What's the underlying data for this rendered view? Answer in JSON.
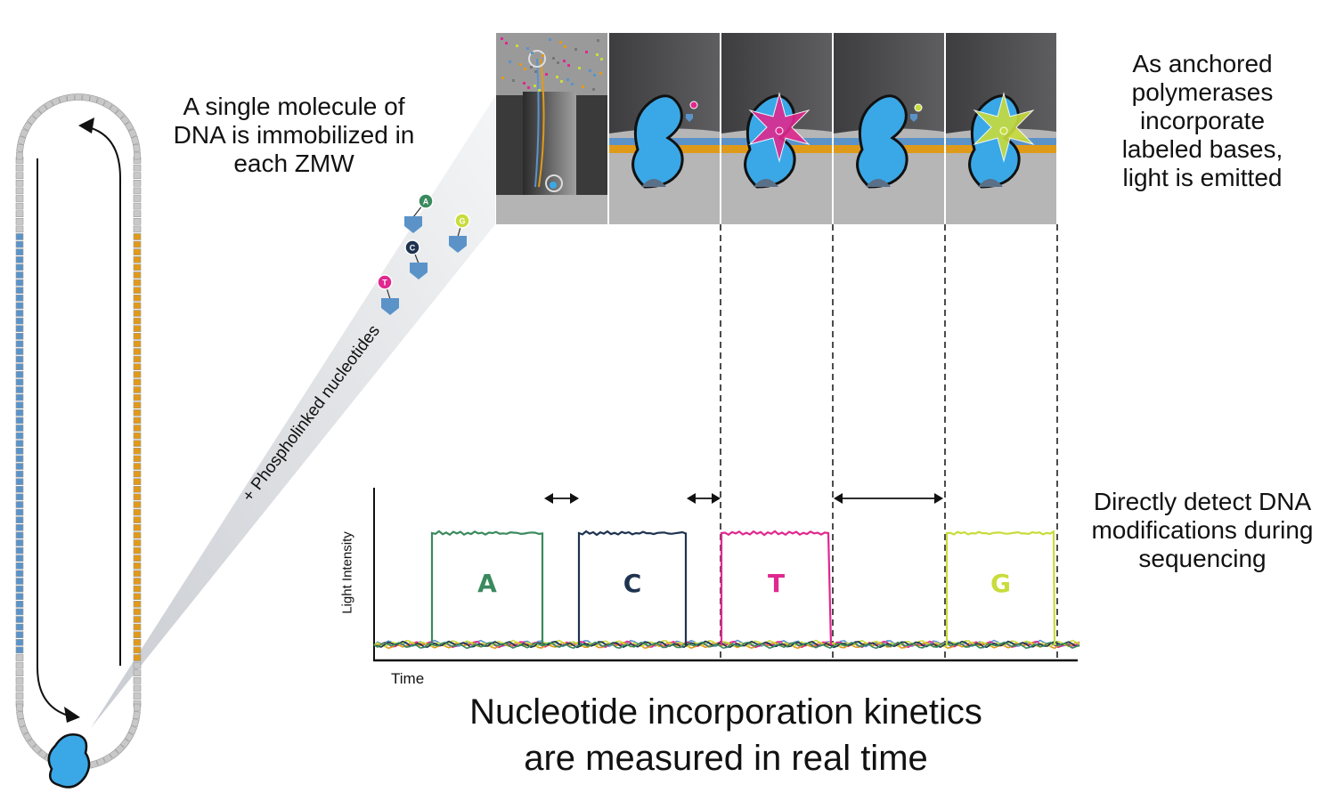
{
  "captions": {
    "immobilized": [
      "A single molecule of",
      "DNA is immobilized in",
      "each ZMW"
    ],
    "emitted": [
      "As anchored",
      "polymerases",
      "incorporate",
      "labeled bases,",
      "light is emitted"
    ],
    "modifications": [
      "Directly detect DNA",
      "modifications during",
      "sequencing"
    ],
    "kinetics": [
      "Nucleotide incorporation kinetics",
      "are measured in real time"
    ],
    "nucleotides_label": "+ Phospholinked nucleotides"
  },
  "nucleotides": [
    {
      "base": "A",
      "color": "#3a8a5e"
    },
    {
      "base": "C",
      "color": "#1e3350"
    },
    {
      "base": "T",
      "color": "#e0288f"
    },
    {
      "base": "G",
      "color": "#c8dc3c"
    }
  ],
  "chart": {
    "ylabel": "Light Intensity",
    "xlabel": "Time",
    "pulses": [
      {
        "base": "A",
        "color": "#3a8a5e"
      },
      {
        "base": "C",
        "color": "#1e3350"
      },
      {
        "base": "T",
        "color": "#e0288f"
      },
      {
        "base": "G",
        "color": "#c8dc3c"
      }
    ]
  },
  "colors": {
    "strand_blue": "#5b93c9",
    "strand_orange": "#e09a1a",
    "polymerase": "#3aa8e6",
    "linker_gray": "#c8c8c8"
  }
}
